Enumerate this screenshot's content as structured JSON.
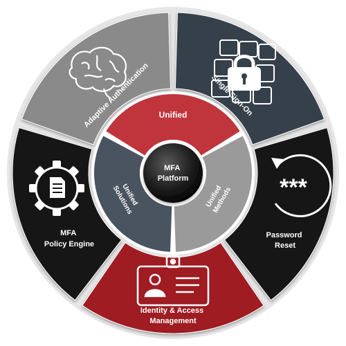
{
  "outer_segments": [
    {
      "id": "adaptive-authentication",
      "label": "Adaptive Authentication",
      "color": "#8a8a8a",
      "icon": "brain-icon"
    },
    {
      "id": "single-sign-on",
      "label": "Single Sign-On",
      "color": "#34404c",
      "icon": "padlock-keypad-icon"
    },
    {
      "id": "password-reset",
      "label_lines": [
        "Password",
        "Reset"
      ],
      "color": "#141414",
      "icon": "reset-password-icon",
      "icon_text": "***"
    },
    {
      "id": "identity-access-management",
      "label_lines": [
        "Identity & Access",
        "Management"
      ],
      "color": "#9e1a20",
      "icon": "id-badge-icon"
    },
    {
      "id": "mfa-policy-engine",
      "label_lines": [
        "MFA",
        "Policy Engine"
      ],
      "color": "#141414",
      "icon": "gear-document-icon"
    }
  ],
  "inner_segments": [
    {
      "id": "unified",
      "label": "Unified",
      "color": "#c0353c"
    },
    {
      "id": "unified-methods",
      "label_lines": [
        "Unified",
        "Methods"
      ],
      "color": "#9a9a9a"
    },
    {
      "id": "unified-solutions",
      "label_lines": [
        "Unified",
        "Solutions"
      ],
      "color": "#4a5460"
    }
  ],
  "center": {
    "label_lines": [
      "MFA",
      "Platform"
    ],
    "color": "#1c1c1c"
  }
}
